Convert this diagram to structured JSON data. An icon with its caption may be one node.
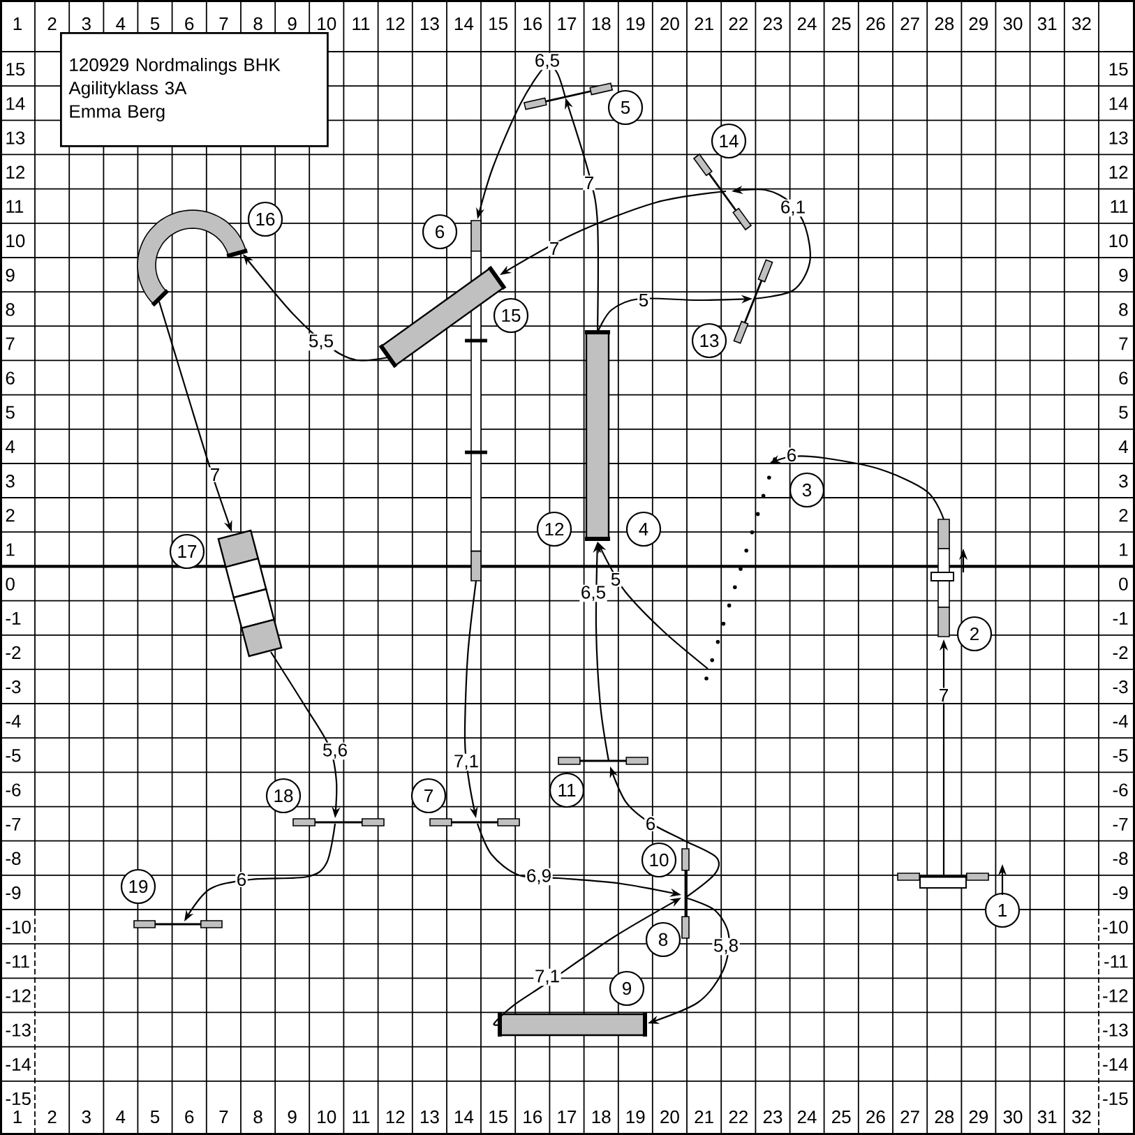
{
  "diagram": {
    "nodes": [
      {
        "text": [
          "120929 Nordmalings BHK",
          "Agilityklass 3A",
          "Emma Berg"
        ]
      },
      {
        "text": [],
        "shape": "bar",
        "beside": [
          "1"
        ]
      },
      {
        "text": [],
        "shape": "bar",
        "beside": [
          "2"
        ]
      },
      {
        "text": [],
        "shape": "bar",
        "beside": [
          "3"
        ]
      },
      {
        "text": [],
        "shape": "box",
        "beside": [
          "12",
          "4"
        ]
      },
      {
        "text": [],
        "shape": "bar",
        "beside": [
          "5"
        ]
      },
      {
        "text": [],
        "shape": "bar",
        "beside": [
          "6"
        ]
      },
      {
        "text": [],
        "shape": "bar",
        "beside": [
          "7"
        ]
      },
      {
        "text": [],
        "shape": "bar",
        "beside": [
          "10",
          "8"
        ]
      },
      {
        "text": [],
        "shape": "box",
        "beside": [
          "9"
        ]
      },
      {
        "text": [],
        "shape": "bar",
        "beside": [
          "11"
        ]
      },
      {
        "text": [],
        "shape": "bar",
        "beside": [
          "13"
        ]
      },
      {
        "text": [],
        "shape": "bar",
        "beside": [
          "14"
        ]
      },
      {
        "text": [],
        "shape": "box",
        "beside": [
          "15"
        ]
      },
      {
        "text": [],
        "shape": "bar",
        "beside": [
          "16"
        ]
      },
      {
        "text": [],
        "shape": "box",
        "beside": [
          "17"
        ]
      },
      {
        "text": [],
        "shape": "bar",
        "beside": [
          "18"
        ]
      },
      {
        "text": [],
        "shape": "bar",
        "beside": [
          "19"
        ]
      }
    ],
    "edges": [
      {
        "from": 1,
        "to": 2,
        "arrow": "to",
        "label": "7"
      },
      {
        "from": 2,
        "to": 3,
        "arrow": "to",
        "label": "6"
      },
      {
        "from": 3,
        "to": 4,
        "arrow": "to",
        "label": "5"
      },
      {
        "from": 4,
        "to": 5,
        "arrow": "to",
        "label": "7"
      },
      {
        "from": 5,
        "to": 6,
        "arrow": "to",
        "label": "6,5"
      },
      {
        "from": 6,
        "to": 7,
        "arrow": "to",
        "label": "7,1"
      },
      {
        "from": 7,
        "to": 8,
        "arrow": "to",
        "label": "6,9"
      },
      {
        "from": 8,
        "to": 9,
        "arrow": "to",
        "label": "5,8"
      },
      {
        "from": 9,
        "to": 8,
        "arrow": "to",
        "label": "7,1"
      },
      {
        "from": 8,
        "to": 10,
        "arrow": "to",
        "label": "6"
      },
      {
        "from": 10,
        "to": 4,
        "arrow": "to",
        "label": "6,5"
      },
      {
        "from": 4,
        "to": 11,
        "arrow": "to",
        "label": "5"
      },
      {
        "from": 11,
        "to": 12,
        "arrow": "to",
        "label": "6,1"
      },
      {
        "from": 12,
        "to": 13,
        "arrow": "to",
        "label": "7"
      },
      {
        "from": 13,
        "to": 14,
        "arrow": "to",
        "label": "5,5"
      },
      {
        "from": 14,
        "to": 15,
        "arrow": "to",
        "label": "7"
      },
      {
        "from": 15,
        "to": 16,
        "arrow": "to",
        "label": "5,6"
      },
      {
        "from": 16,
        "to": 17,
        "arrow": "to",
        "label": "6"
      }
    ],
    "labels": [
      "1",
      "2",
      "3",
      "4",
      "5",
      "6",
      "7",
      "8",
      "9",
      "10",
      "11",
      "12",
      "13",
      "14",
      "15",
      "16",
      "17",
      "18",
      "19",
      "20",
      "21",
      "22",
      "23",
      "24",
      "25",
      "26",
      "27",
      "28",
      "29",
      "30",
      "31",
      "32",
      "15",
      "15",
      "14",
      "14",
      "13",
      "13",
      "12",
      "12",
      "11",
      "11",
      "10",
      "10",
      "9",
      "9",
      "8",
      "8",
      "7",
      "7",
      "6",
      "6",
      "5",
      "5",
      "4",
      "4",
      "3",
      "3",
      "2",
      "2",
      "1",
      "1",
      "0",
      "0",
      "-1",
      "-1",
      "-2",
      "-2",
      "-3",
      "-3",
      "-4",
      "-4",
      "-5",
      "-5",
      "-6",
      "-6",
      "-7",
      "-7",
      "-8",
      "-8",
      "-9",
      "-9",
      "-10",
      "-10",
      "-11",
      "-11",
      "-12",
      "-12",
      "-13",
      "-13",
      "-14",
      "-14",
      "-15",
      "-15",
      "1",
      "2",
      "3",
      "4",
      "5",
      "6",
      "7",
      "8",
      "9",
      "10",
      "11",
      "12",
      "13",
      "14",
      "15",
      "16",
      "17",
      "18",
      "19",
      "20",
      "21",
      "22",
      "23",
      "24",
      "25",
      "26",
      "27",
      "28",
      "29",
      "30",
      "31",
      "32"
    ]
  }
}
